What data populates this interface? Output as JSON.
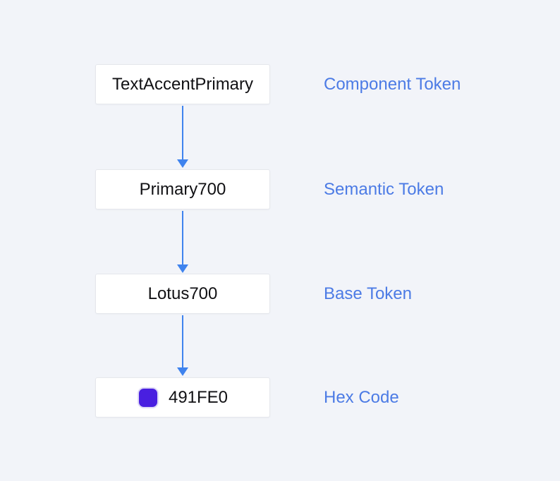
{
  "diagram": {
    "nodes": [
      {
        "name": "TextAccentPrimary",
        "label": "Component Token"
      },
      {
        "name": "Primary700",
        "label": "Semantic Token"
      },
      {
        "name": "Lotus700",
        "label": "Base Token"
      },
      {
        "name": "491FE0",
        "label": "Hex Code",
        "swatch_color": "#491FE0"
      }
    ],
    "arrow_count": 3
  },
  "colors": {
    "background": "#F2F4F9",
    "box_background": "#FFFFFF",
    "box_border": "#E5E7EC",
    "box_text": "#111114",
    "label_text": "#4C7BE5",
    "arrow": "#3F83EE",
    "swatch": "#491FE0",
    "swatch_ring": "#DED9F6"
  }
}
